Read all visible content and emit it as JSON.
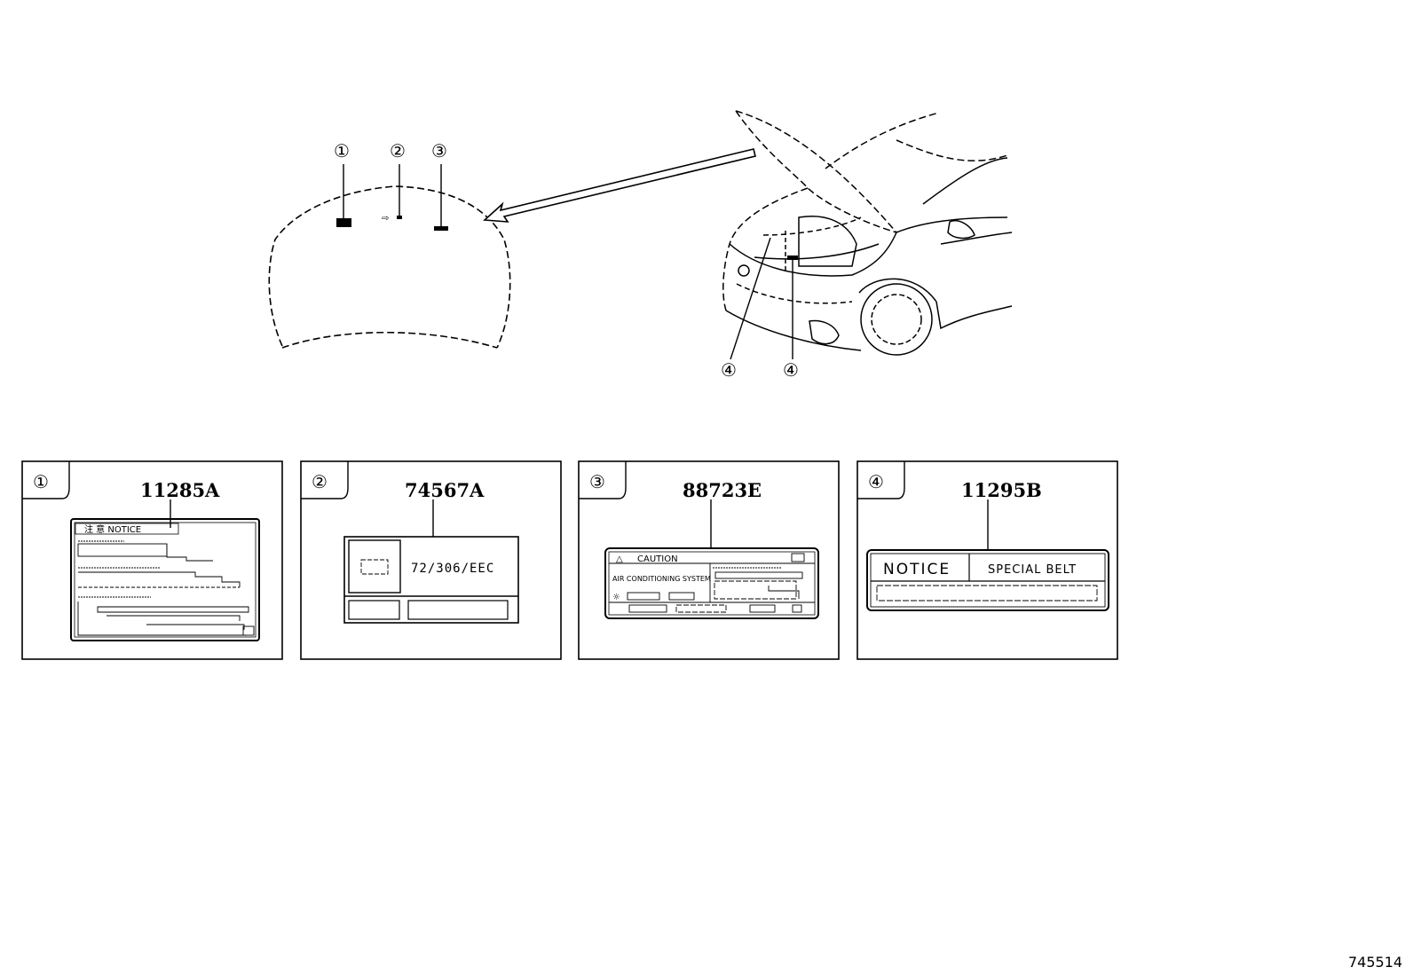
{
  "callouts": {
    "c1": "①",
    "c2": "②",
    "c3": "③",
    "c4": "④"
  },
  "labels": [
    {
      "number": "①",
      "part_no": "11285A",
      "texts": {
        "notice": "注 意  NOTICE"
      }
    },
    {
      "number": "②",
      "part_no": "74567A",
      "texts": {
        "code": "72/306/EEC"
      }
    },
    {
      "number": "③",
      "part_no": "88723E",
      "texts": {
        "caution": "CAUTION",
        "system": "AIR CONDITIONING SYSTEM"
      }
    },
    {
      "number": "④",
      "part_no": "11295B",
      "texts": {
        "notice": "NOTICE",
        "belt": "SPECIAL BELT"
      }
    }
  ],
  "figure_id": "745514"
}
